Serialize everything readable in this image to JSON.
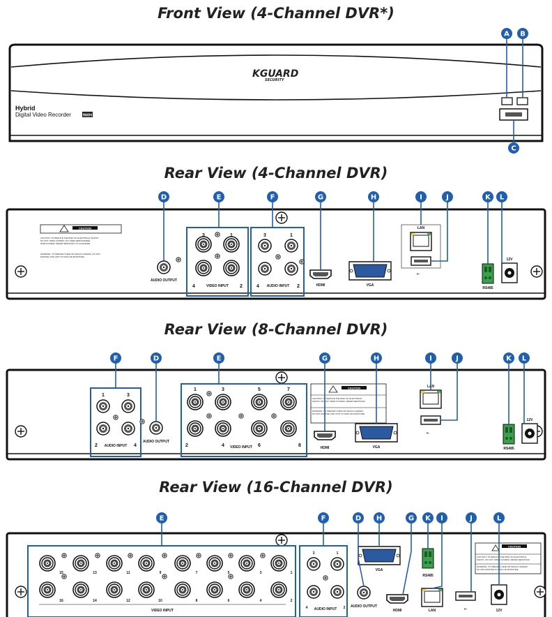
{
  "titles": {
    "front": "Front View (4-Channel DVR*)",
    "rear4": "Rear View (4-Channel DVR)",
    "rear8": "Rear View (8-Channel DVR)",
    "rear16": "Rear View (16-Channel DVR)"
  },
  "front": {
    "brand_main": "KGUARD",
    "brand_sub": "SECURITY",
    "label_line1": "Hybrid",
    "label_line2": "Digital Video Recorder",
    "label_badge": "960H"
  },
  "callouts": [
    "A",
    "B",
    "C",
    "D",
    "E",
    "F",
    "G",
    "H",
    "I",
    "J",
    "K",
    "L"
  ],
  "port_labels": {
    "audio_output": "AUDIO OUTPUT",
    "video_input": "VIDEO INPUT",
    "audio_input": "AUDIO INPUT",
    "hdmi": "HDMI",
    "vga": "VGA",
    "lan": "LAN",
    "usb": "⇠",
    "rs485": "RS485",
    "power": "12V"
  },
  "caution": {
    "heading": "CAUTION",
    "text1": "CAUTION: TO REDUCE THE RISK OF ELECTRICAL SHOCK, DO NOT OPEN COVERS. NO USER SERVICEABLE PARTS INSIDE. REFER SERVICING TO QUALIFIED SERVICE PERSONNEL.",
    "text2": "WARNING: TO PREVENT FIRE OR SHOCK HAZARD, DO NOT EXPOSE THIS UNIT TO RAIN OR MOISTURE."
  },
  "channel_numbers": {
    "four": [
      "3",
      "1",
      "4",
      "2"
    ],
    "eight": [
      "1",
      "3",
      "5",
      "7",
      "2",
      "4",
      "6",
      "8"
    ],
    "sixteen_top": [
      "15",
      "13",
      "11",
      "9",
      "7",
      "5",
      "3",
      "1"
    ],
    "sixteen_bottom": [
      "16",
      "14",
      "12",
      "10",
      "8",
      "6",
      "4",
      "2"
    ],
    "audio4": [
      "3",
      "1",
      "4",
      "2"
    ],
    "audio8": [
      "1",
      "3",
      "2",
      "4"
    ]
  },
  "colors": {
    "callout": "#1f5fae",
    "frame": "#1f5fae",
    "panel_stroke": "#111111"
  }
}
